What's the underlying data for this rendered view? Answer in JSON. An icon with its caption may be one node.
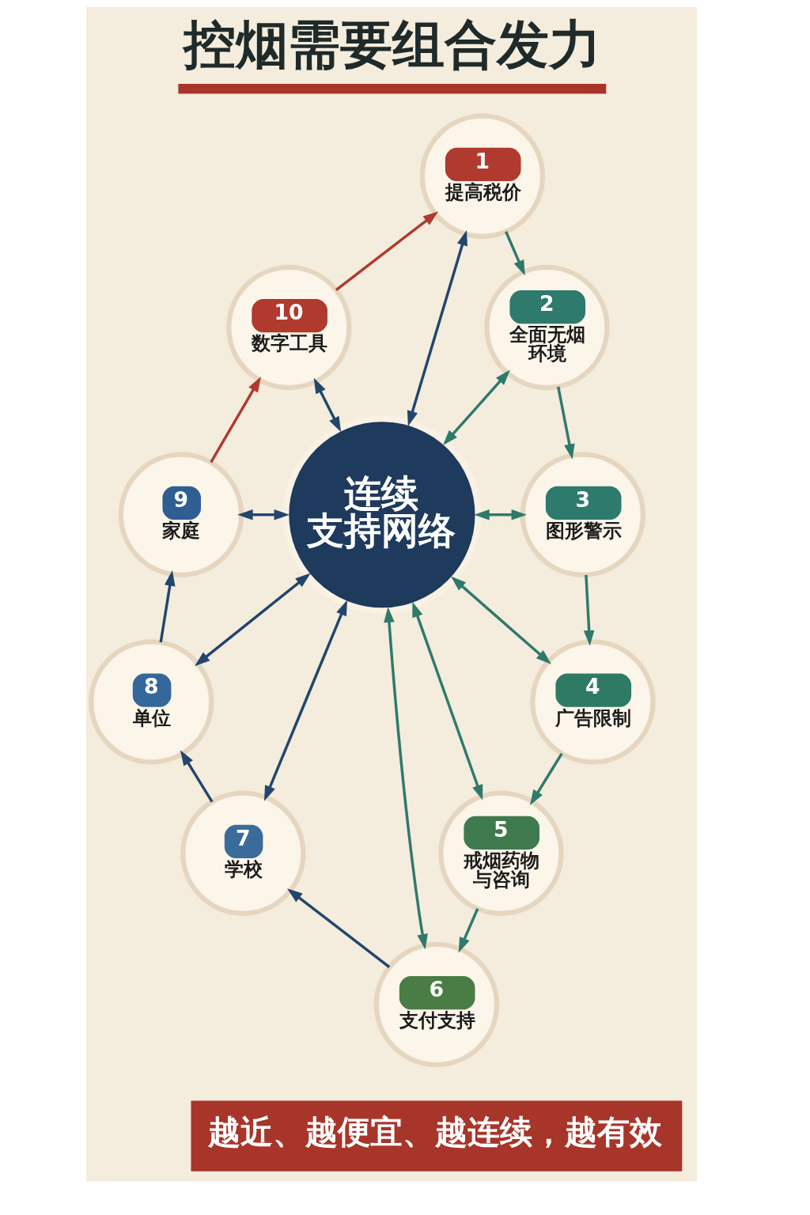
{
  "diagram": {
    "title": "控烟需要组合发力",
    "caption": "越近、越便宜、越连续，越有效",
    "nodes": [
      {
        "text": [
          "1",
          "提高税价"
        ]
      },
      {
        "text": [
          "2",
          "全面无烟环境"
        ]
      },
      {
        "text": [
          "3",
          "图形警示"
        ]
      },
      {
        "text": [
          "4",
          "广告限制"
        ]
      },
      {
        "text": [
          "5",
          "戒烟药物与咨询"
        ]
      },
      {
        "text": [
          "6",
          "支付支持"
        ]
      },
      {
        "text": [
          "7",
          "学校"
        ]
      },
      {
        "text": [
          "8",
          "单位"
        ]
      },
      {
        "text": [
          "9",
          "家庭"
        ]
      },
      {
        "text": [
          "10",
          "数字工具"
        ]
      },
      {
        "text": [
          "连续支持网络"
        ]
      }
    ],
    "edges": [
      {
        "from": 9,
        "to": 0,
        "arrow": "to",
        "color": "#b03a2e"
      },
      {
        "from": 0,
        "to": 10,
        "arrow": "both",
        "color": "#22466e"
      },
      {
        "from": 0,
        "to": 1,
        "arrow": "to"
      },
      {
        "from": 1,
        "to": 10,
        "arrow": "both"
      },
      {
        "from": 1,
        "to": 2,
        "arrow": "to"
      },
      {
        "from": 9,
        "to": 10,
        "arrow": "both",
        "color": "#22466e"
      },
      {
        "from": 8,
        "to": 10,
        "arrow": "both",
        "color": "#22466e"
      },
      {
        "from": 8,
        "to": 9,
        "arrow": "to",
        "color": "#b03a2e"
      },
      {
        "from": 10,
        "to": 7,
        "arrow": "both",
        "color": "#22466e"
      },
      {
        "from": 10,
        "to": 6,
        "arrow": "both",
        "color": "#22466e"
      },
      {
        "from": 10,
        "to": 5,
        "arrow": "both"
      },
      {
        "from": 10,
        "to": 4,
        "arrow": "both"
      },
      {
        "from": 10,
        "to": 3,
        "arrow": "both"
      },
      {
        "from": 10,
        "to": 2,
        "arrow": "both"
      },
      {
        "from": 2,
        "to": 3,
        "arrow": "to"
      },
      {
        "from": 3,
        "to": 4,
        "arrow": "to"
      },
      {
        "from": 4,
        "to": 5,
        "arrow": "to"
      },
      {
        "from": 5,
        "to": 6,
        "arrow": "to",
        "color": "#22466e"
      },
      {
        "from": 6,
        "to": 7,
        "arrow": "to",
        "color": "#22466e"
      },
      {
        "from": 7,
        "to": 8,
        "arrow": "to",
        "color": "#22466e"
      }
    ]
  }
}
